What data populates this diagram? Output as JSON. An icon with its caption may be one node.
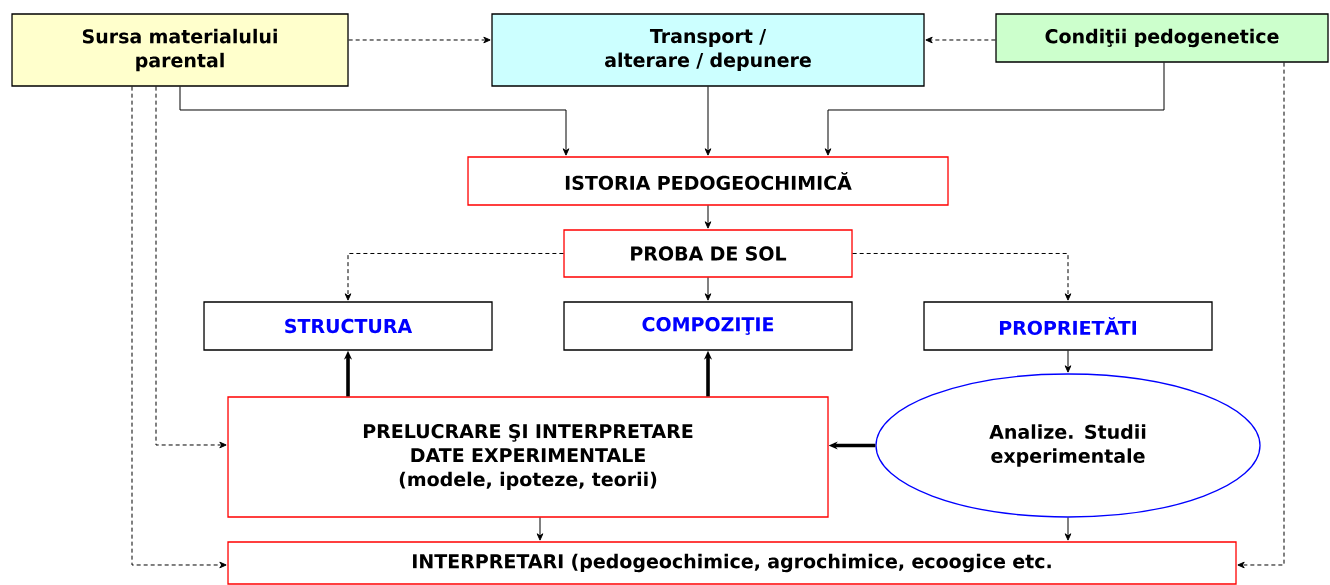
{
  "diagram": {
    "nodes": [
      {
        "text": [
          "Sursa materialului parental"
        ]
      },
      {
        "text": [
          "Transport / alterare / depunere"
        ]
      },
      {
        "text": [
          "Condiţii pedogenetice"
        ]
      },
      {
        "text": [
          "ISTORIA PEDOGEOCHIMICĂ"
        ]
      },
      {
        "text": [
          "PROBA DE SOL"
        ]
      },
      {
        "text": [
          "STRUCTURA"
        ]
      },
      {
        "text": [
          "COMPOZIŢIE"
        ]
      },
      {
        "text": [
          "PROPRIETĂTI"
        ]
      },
      {
        "text": [
          "PRELUCRARE ŞI INTERPRETARE DATE EXPERIMENTALE",
          "(modele, ipoteze, teorii)"
        ]
      },
      {
        "text": [
          "Analize. Studii experimentale"
        ]
      },
      {
        "text": [
          "INTERPRETARI (pedogeochimice, agrochimice, ecoogice etc."
        ]
      }
    ],
    "edges": [
      {
        "from": 0,
        "to": 1,
        "arrow": "to",
        "style": "dashed"
      },
      {
        "from": 2,
        "to": 1,
        "arrow": "to",
        "style": "dashed"
      },
      {
        "from": 0,
        "to": 3,
        "arrow": "to"
      },
      {
        "from": 1,
        "to": 3,
        "arrow": "to"
      },
      {
        "from": 2,
        "to": 3,
        "arrow": "to"
      },
      {
        "from": 3,
        "to": 4,
        "arrow": "to"
      },
      {
        "from": 4,
        "to": 5,
        "arrow": "to",
        "style": "dashed"
      },
      {
        "from": 4,
        "to": 6,
        "arrow": "to"
      },
      {
        "from": 4,
        "to": 7,
        "arrow": "to",
        "style": "dashed"
      },
      {
        "from": 7,
        "to": 9,
        "arrow": "to"
      },
      {
        "from": 9,
        "to": 8,
        "arrow": "to",
        "style": "thick"
      },
      {
        "from": 8,
        "to": 5,
        "arrow": "to",
        "style": "thick"
      },
      {
        "from": 8,
        "to": 6,
        "arrow": "to",
        "style": "thick"
      },
      {
        "from": 8,
        "to": 10,
        "arrow": "to"
      },
      {
        "from": 9,
        "to": 10,
        "arrow": "to"
      },
      {
        "from": 0,
        "to": 8,
        "arrow": "to",
        "style": "dashed"
      },
      {
        "from": 0,
        "to": 10,
        "arrow": "to",
        "style": "dashed"
      },
      {
        "from": 2,
        "to": 10,
        "arrow": "to",
        "style": "dashed"
      }
    ]
  }
}
